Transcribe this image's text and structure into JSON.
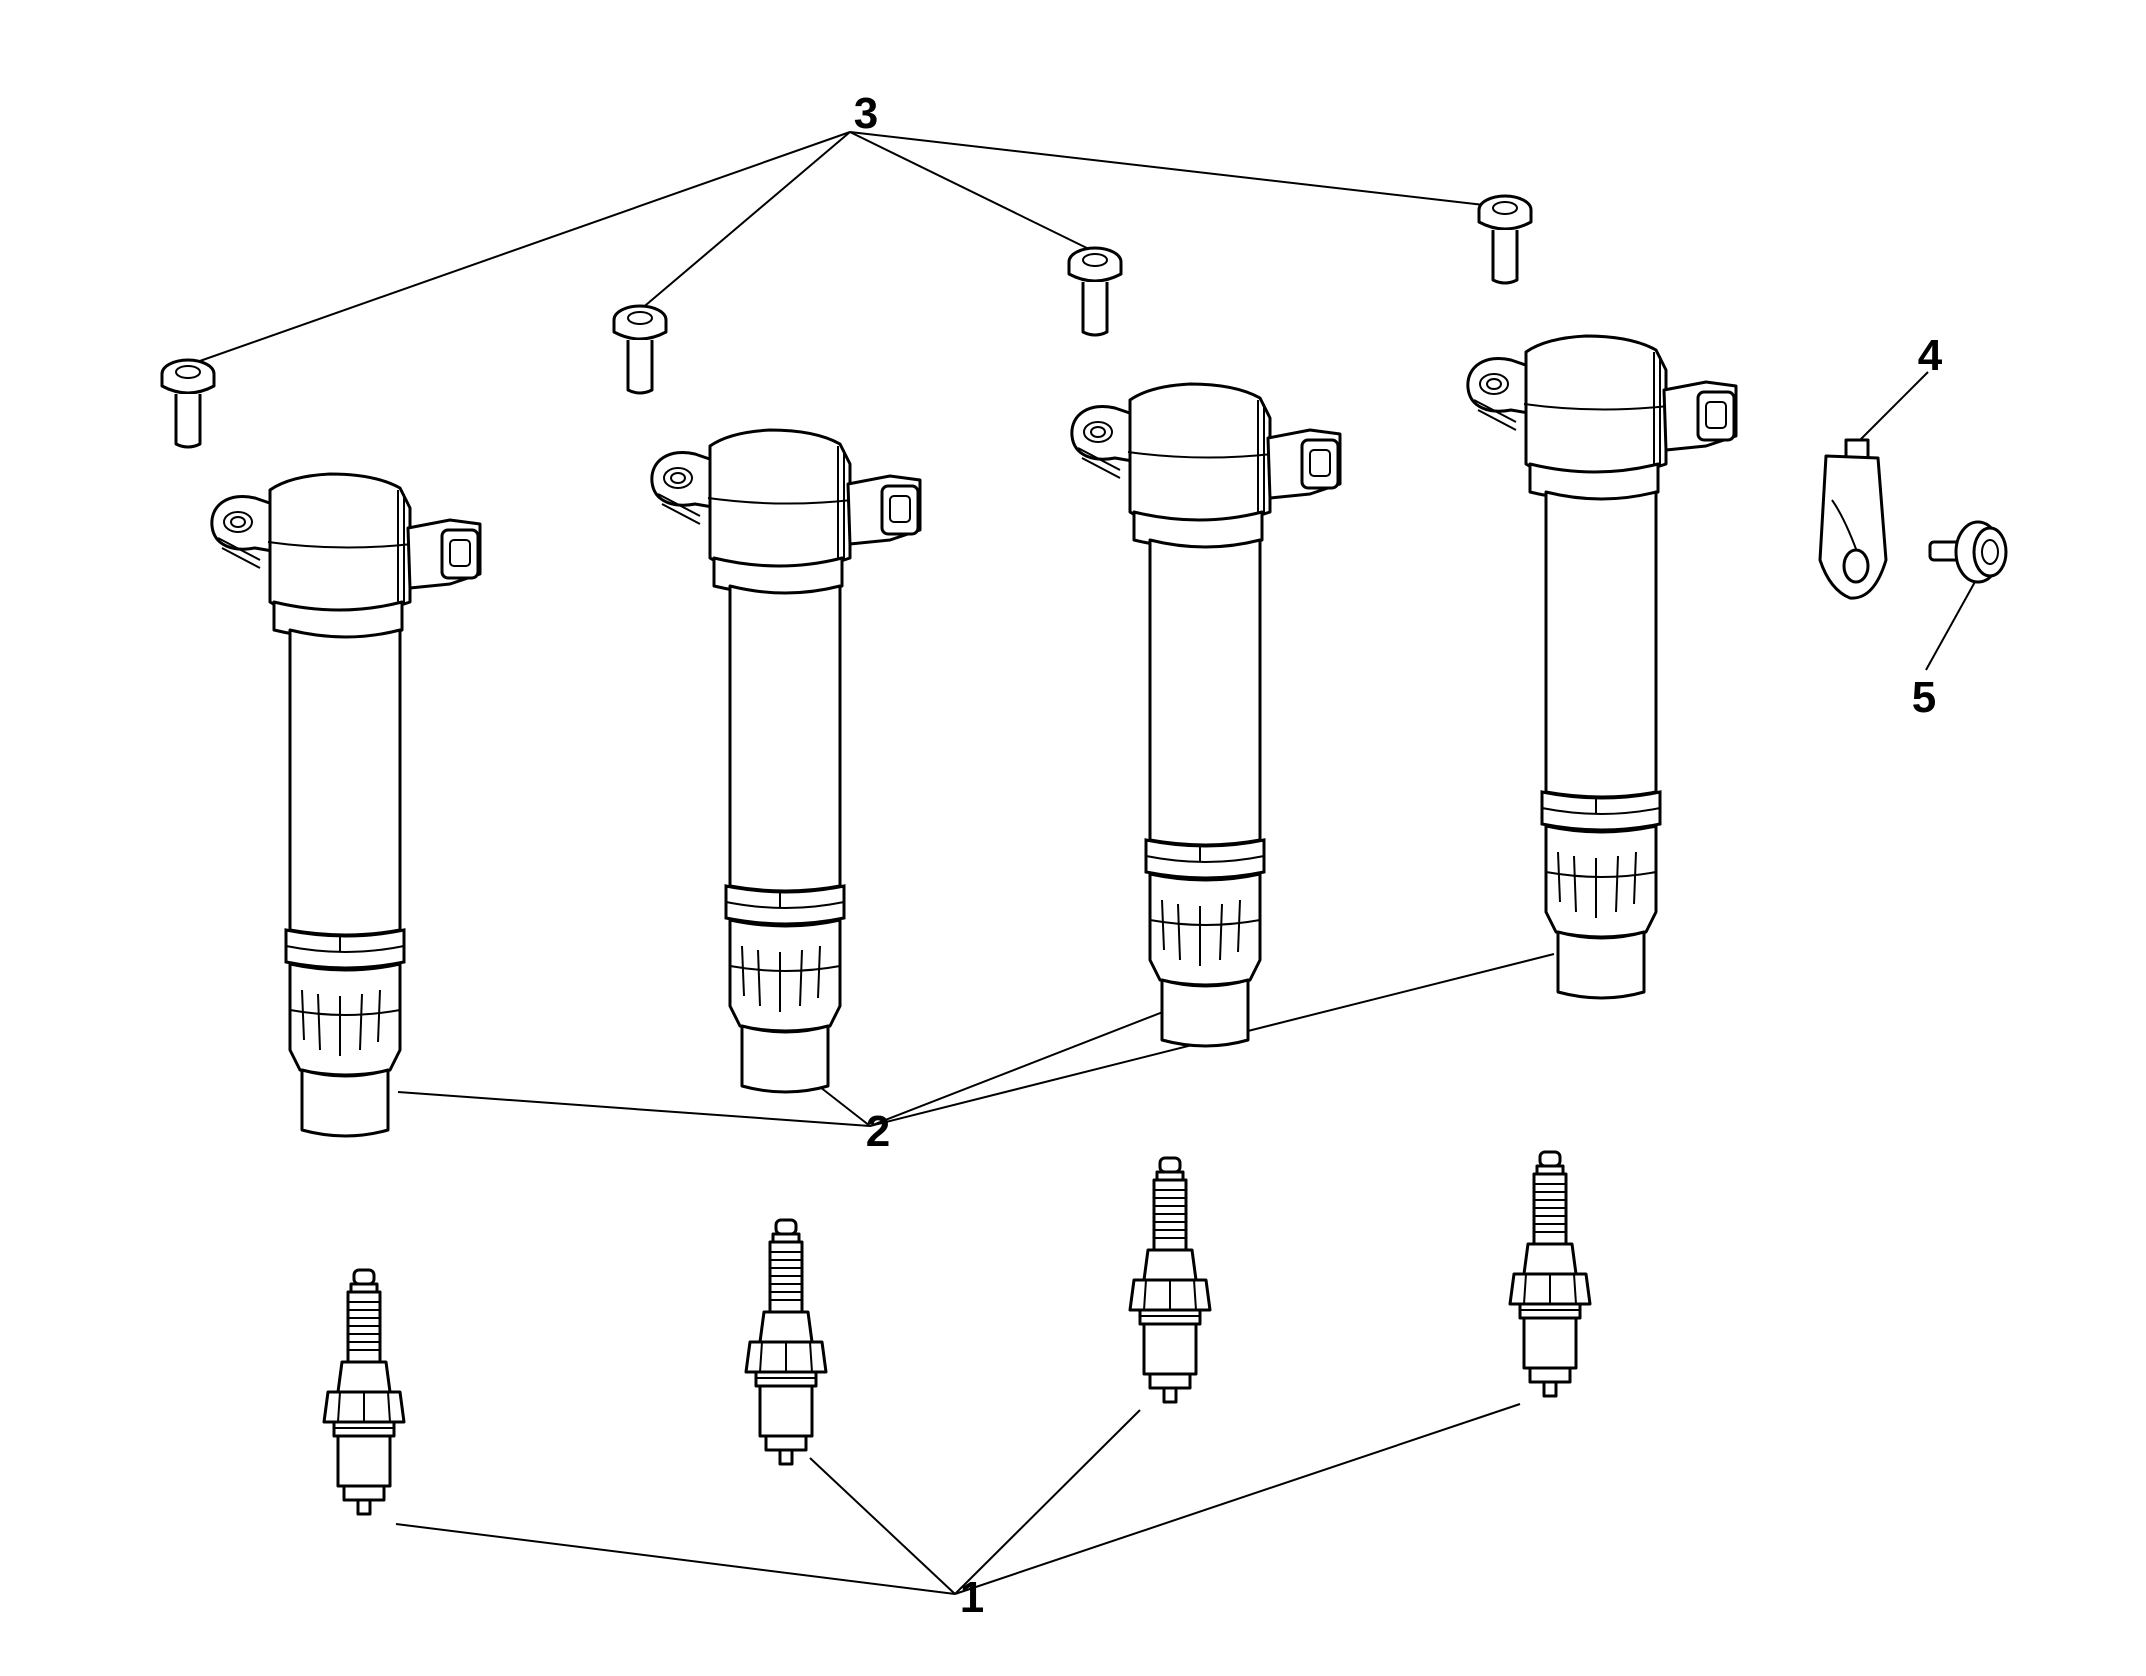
{
  "diagram": {
    "callouts": [
      {
        "id": "1",
        "label": "1"
      },
      {
        "id": "2",
        "label": "2"
      },
      {
        "id": "3",
        "label": "3"
      },
      {
        "id": "4",
        "label": "4"
      },
      {
        "id": "5",
        "label": "5"
      }
    ],
    "parts": {
      "spark_plugs": 4,
      "ignition_coils": 4,
      "coil_bolts": 4,
      "bracket": 1,
      "bracket_bolt": 1
    }
  }
}
